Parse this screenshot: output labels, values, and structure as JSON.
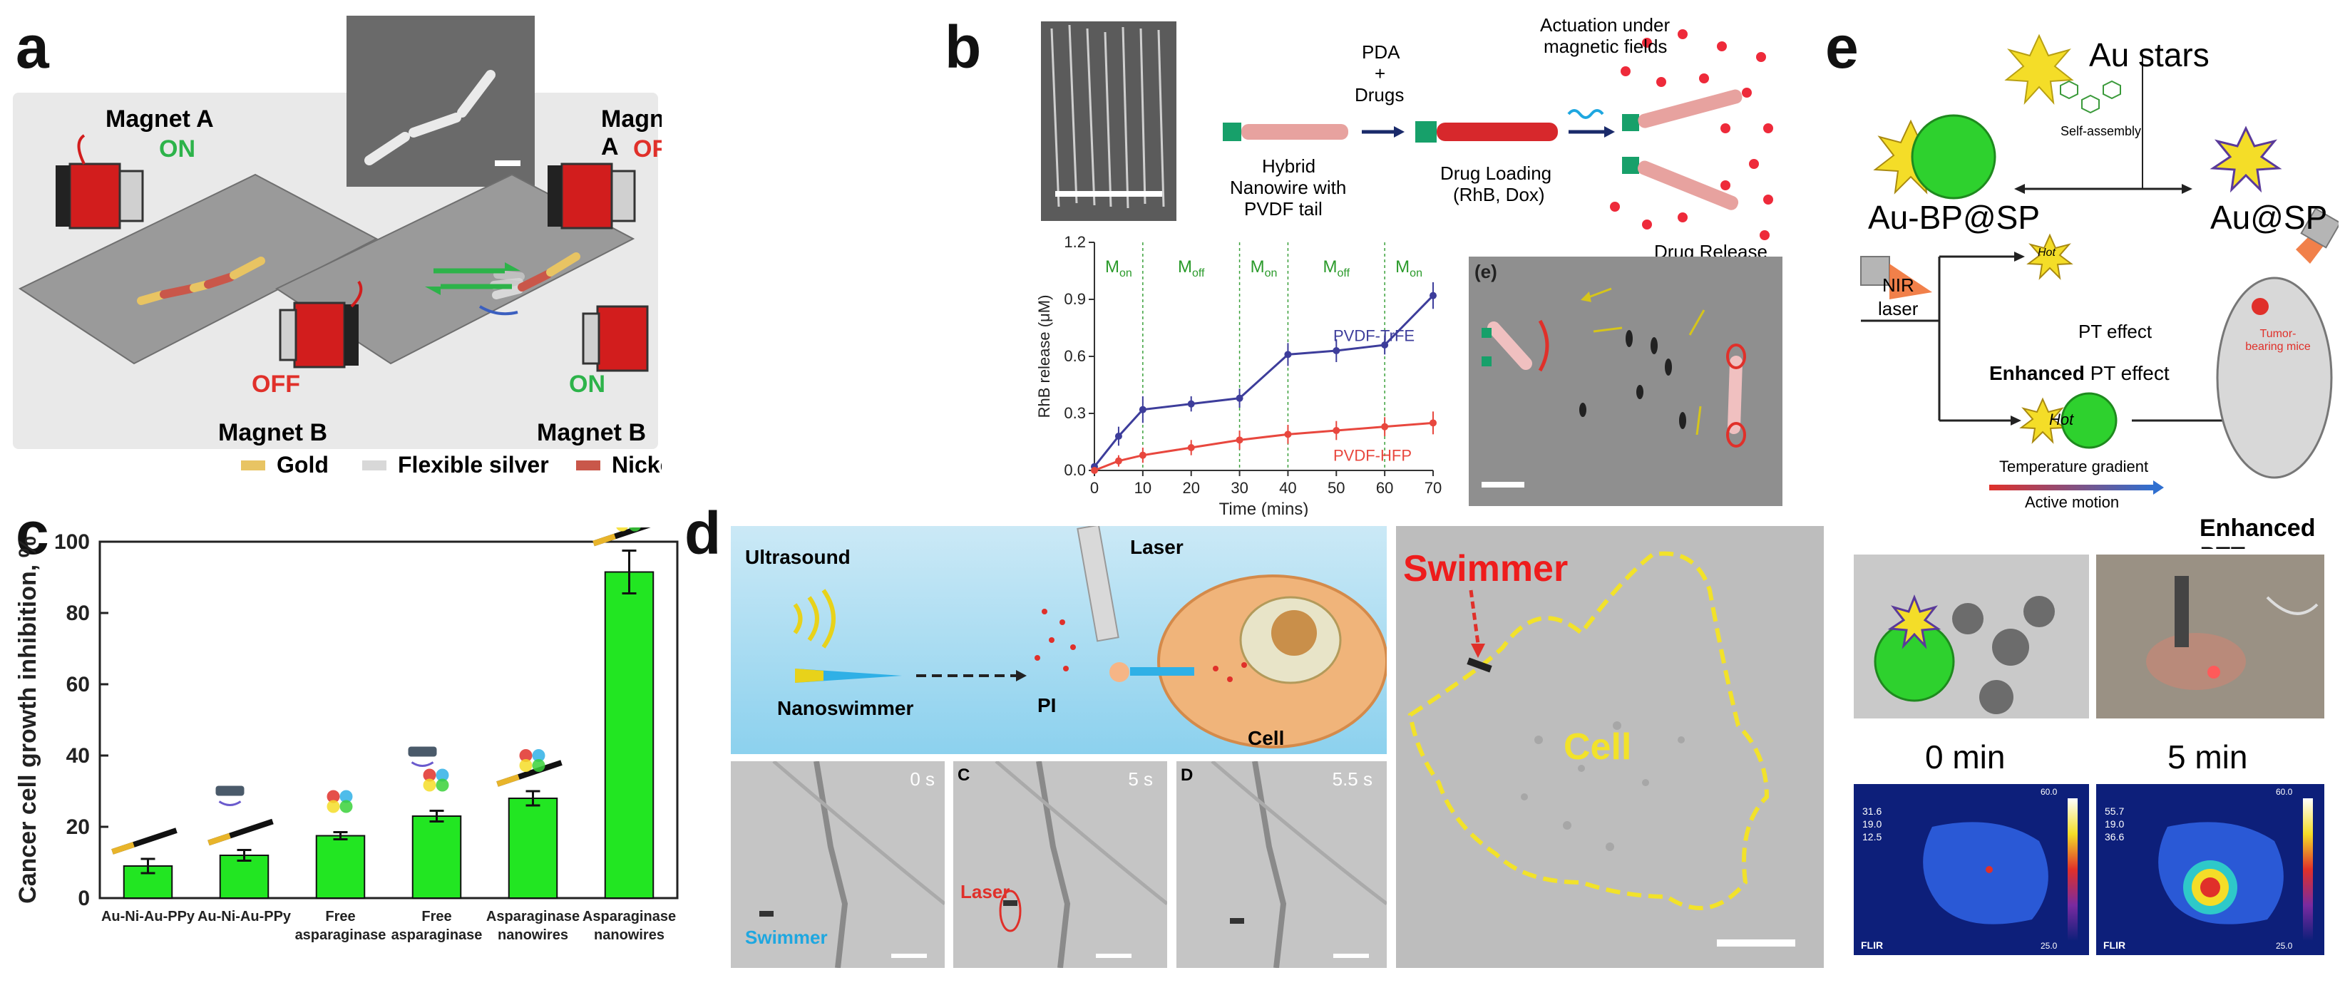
{
  "panels": {
    "a": {
      "letter": "a",
      "magnet_a_left": "Magnet A",
      "on_left": "ON",
      "off_left": "OFF",
      "magnet_b_left": "Magnet B",
      "magnet_a_right": "Magnet A",
      "off_right": "OFF",
      "on_right": "ON",
      "magnet_b_right": "Magnet B",
      "legend": [
        "Gold",
        "Flexible silver",
        "Nickel"
      ],
      "colors": {
        "on": "#2db34a",
        "off": "#e0302a",
        "gold": "#e8c463",
        "silver": "#d8d8d8",
        "nickel": "#c9574a"
      }
    },
    "b": {
      "letter": "b",
      "step1_top": "PDA",
      "step1_plus": "+",
      "step1_bottom": "Drugs",
      "step2_top": "Actuation under",
      "step2_bottom": "magnetic fields",
      "label_hybrid": [
        "Hybrid",
        "Nanowire with",
        "PVDF tail"
      ],
      "label_loading": [
        "Drug Loading",
        "(RhB, Dox)"
      ],
      "label_release": "Drug Release",
      "inset_label": "(e)"
    },
    "c": {
      "letter": "c",
      "icons": [
        "wire",
        "wire-sound",
        "enzyme",
        "enzyme-sound",
        "wire-enzyme",
        "wire-enzyme-sound"
      ]
    },
    "d": {
      "letter": "d",
      "ultrasound": "Ultrasound",
      "laser": "Laser",
      "nanoswimmer": "Nanoswimmer",
      "pi": "PI",
      "cell": "Cell",
      "frame_labels": [
        "0 s",
        "5 s",
        "5.5 s"
      ],
      "frame_letters": [
        "C",
        "D"
      ],
      "swimmer_small": "Swimmer",
      "laser_small": "Laser",
      "swimmer_big": "Swimmer",
      "cell_big": "Cell",
      "colors": {
        "swimmer_big": "#ee1c1c",
        "cell_big": "#f2e22a",
        "swimmer_small": "#1ea7e0",
        "laser_small": "#e0302a"
      }
    },
    "e": {
      "letter": "e",
      "au_stars": "Au stars",
      "self_assembly": "Self-assembly",
      "au_bp_sp": "Au-BP@SP",
      "au_sp": "Au@SP",
      "nir": "NIR",
      "laser": "laser",
      "pt_effect": "PT effect",
      "enhanced_pt_effect_bold": "Enhanced",
      "enhanced_pt_effect_rest": " PT effect",
      "hot": "Hot",
      "temp_gradient": "Temperature gradient",
      "active_motion": "Active motion",
      "tumor_mice": "Tumor-bearing mice",
      "enhanced_ptt_bold": "Enhanced",
      "enhanced_ptt_rest": " PTT",
      "time_0": "0 min",
      "time_5": "5 min",
      "flir": "FLIR",
      "scale_top": "60.0",
      "scale_bottom": "25.0",
      "readout_0": [
        "31.6",
        "19.0",
        "12.5"
      ],
      "readout_5": [
        "55.7",
        "19.0",
        "36.6"
      ]
    }
  },
  "chart_data": [
    {
      "type": "line",
      "panel": "b",
      "xlabel": "Time (mins)",
      "ylabel": "RhB release (μM)",
      "xlim": [
        0,
        70
      ],
      "ylim": [
        0,
        1.2
      ],
      "xticks": [
        0,
        10,
        20,
        30,
        40,
        50,
        60,
        70
      ],
      "yticks": [
        0.0,
        0.3,
        0.6,
        0.9,
        1.2
      ],
      "phase_labels": [
        "M",
        "M",
        "M",
        "M",
        "M"
      ],
      "phase_subs": [
        "on",
        "off",
        "on",
        "off",
        "on"
      ],
      "phase_bounds": [
        0,
        10,
        30,
        40,
        60,
        70
      ],
      "series": [
        {
          "name": "PVDF-TrFE",
          "color": "#3d3d9b",
          "x": [
            0,
            5,
            10,
            20,
            30,
            40,
            50,
            60,
            70
          ],
          "y": [
            0.02,
            0.18,
            0.32,
            0.35,
            0.38,
            0.61,
            0.63,
            0.66,
            0.92
          ],
          "err": [
            0.01,
            0.05,
            0.07,
            0.04,
            0.05,
            0.06,
            0.06,
            0.05,
            0.07
          ]
        },
        {
          "name": "PVDF-HFP",
          "color": "#e8473e",
          "x": [
            0,
            5,
            10,
            20,
            30,
            40,
            50,
            60,
            70
          ],
          "y": [
            0.0,
            0.05,
            0.08,
            0.12,
            0.16,
            0.19,
            0.21,
            0.23,
            0.25
          ],
          "err": [
            0.01,
            0.03,
            0.04,
            0.04,
            0.05,
            0.05,
            0.05,
            0.05,
            0.06
          ]
        }
      ]
    },
    {
      "type": "bar",
      "panel": "c",
      "ylabel": "Cancer cell growth inhibition, %",
      "ylim": [
        0,
        100
      ],
      "yticks": [
        0,
        20,
        40,
        60,
        80,
        100
      ],
      "categories": [
        "Au-Ni-Au-PPy",
        "Au-Ni-Au-PPy",
        "Free asparaginase",
        "Free asparaginase",
        "Asparaginase nanowires",
        "Asparaginase nanowires"
      ],
      "values": [
        9,
        12,
        17.5,
        23,
        28,
        91.5
      ],
      "errors": [
        2,
        1.5,
        1,
        1.5,
        2,
        6
      ],
      "bar_color": "#22e622"
    }
  ]
}
